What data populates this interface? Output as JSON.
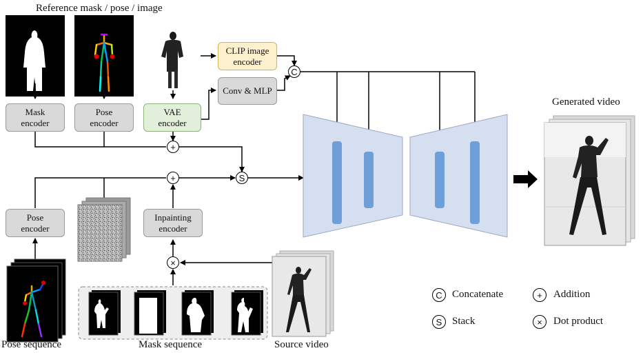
{
  "labels": {
    "reference": "Reference mask / pose / image",
    "generated": "Generated video",
    "pose_sequence": "Pose sequence",
    "mask_sequence": "Mask sequence",
    "source_video": "Source video"
  },
  "boxes": {
    "mask_encoder": "Mask\nencoder",
    "pose_encoder_top": "Pose\nencoder",
    "vae_encoder": "VAE\nencoder",
    "clip_encoder": "CLIP image\nencoder",
    "conv_mlp": "Conv & MLP",
    "pose_encoder_bottom": "Pose\nencoder",
    "inpainting_encoder": "Inpainting\nencoder"
  },
  "ops": {
    "concat": "C",
    "stack": "S",
    "add": "+",
    "dot": "×"
  },
  "legend": [
    {
      "symbol": "C",
      "text": "Concatenate"
    },
    {
      "symbol": "+",
      "text": "Addition"
    },
    {
      "symbol": "S",
      "text": "Stack"
    },
    {
      "symbol": "×",
      "text": "Dot product"
    }
  ],
  "colors": {
    "encoder_gray": "#d9d9d9",
    "vae_green": "#e2efda",
    "clip_yellow": "#fdf0cd",
    "unet_fill": "#d6dff0",
    "unet_bar": "#6f9fd8"
  }
}
